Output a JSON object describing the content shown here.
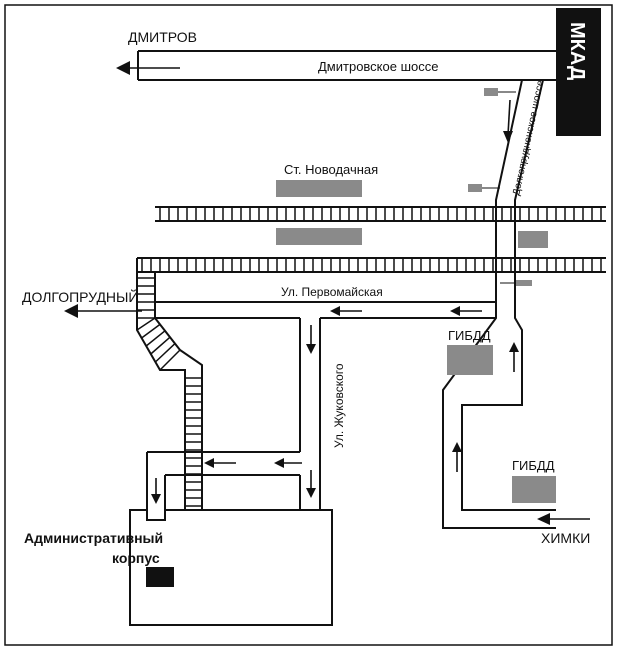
{
  "labels": {
    "dmitrov": "ДМИТРОВ",
    "mkad": "МКАД",
    "dmitrovskoe_shosse": "Дмитровское шоссе",
    "dolgoprudnenskoe_shosse": "Долгопрудненское шоссе",
    "station": "Ст. Новодачная",
    "dolgoprudny": "ДОЛГОПРУДНЫЙ",
    "pervomayskaya": "Ул. Первомайская",
    "zhukovskogo": "Ул. Жуковского",
    "gibdd_1": "ГИБДД",
    "gibdd_2": "ГИБДД",
    "khimki": "ХИМКИ",
    "admin_line1": "Административный",
    "admin_line2": "корпус"
  },
  "colors": {
    "ink": "#111111",
    "building_gray": "#8a8a8a",
    "mkad_bg": "#111111",
    "mkad_text": "#ffffff",
    "background": "#ffffff"
  }
}
